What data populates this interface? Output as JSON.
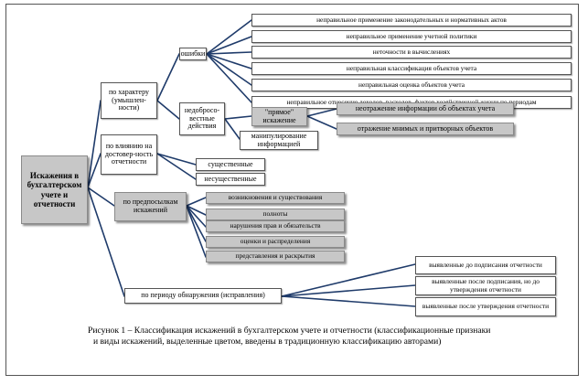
{
  "root": "Искажения в бухгалтерском учете и отчетности",
  "by_character": {
    "label": "по характеру (умышлен-ности)",
    "errors": {
      "label": "ошибки",
      "items": [
        "неправильное применение законодательных и нормативных актов",
        "неправильное применение учетной политики",
        "неточности в вычислениях",
        "неправильная  классификация объектов учета",
        "неправильная оценка объектов учета",
        "неправильное отнесение доходов, расходов, фактов хозяйственной жизни по периодам"
      ]
    },
    "bad_faith": {
      "label": "недобросо-вестные действия",
      "direct": {
        "label": "\"прямое\" искажение",
        "items": [
          "неотражение информации об объектах учета",
          "отражение мнимых и притворных объектов"
        ]
      },
      "manipulation": "манипулирование информацией"
    }
  },
  "by_influence": {
    "label": "по влиянию на достовер-ность отчетности",
    "items": [
      "существенные",
      "несущественные"
    ]
  },
  "by_premise": {
    "label": "по предпосылкам искажений",
    "items": [
      "возникновения и существования",
      "полноты",
      "нарушения прав и обязательств",
      "оценки и распределения",
      "представления и раскрытия"
    ]
  },
  "by_detection": {
    "label": "по периоду обнаружения (исправления)",
    "items": [
      "выявленные до подписания отчетности",
      "выявленные после подписания, но до утверждения отчетности",
      "выявленные после утверждения отчетности"
    ]
  },
  "caption": {
    "line1": "Рисунок 1 – Классификация искажений в бухгалтерском учете и отчетности (классификационные признаки",
    "line2": "и виды искажений, выделенные цветом, введены в традиционную классификацию авторами)"
  },
  "colors": {
    "line": "#1f3b6a",
    "gray_box": "#c7c7c7",
    "border": "#555555"
  }
}
